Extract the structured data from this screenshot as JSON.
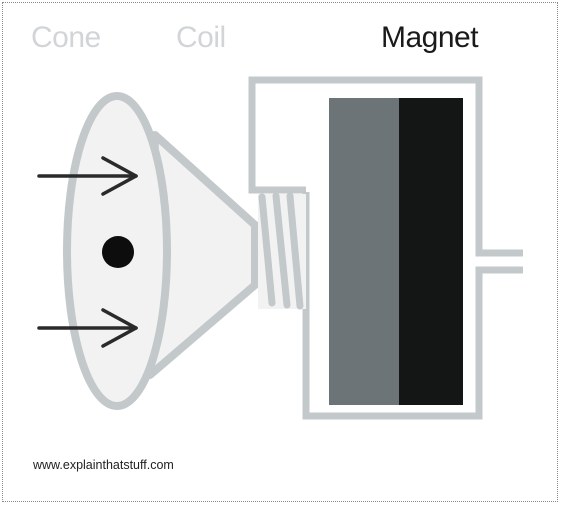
{
  "labels": {
    "cone": "Cone",
    "coil": "Coil",
    "magnet": "Magnet"
  },
  "credit": "www.explainthatstuff.com",
  "colors": {
    "outline": "#c3c8cb",
    "cone_fill": "#f2f2f2",
    "magnet_light": "#6c7477",
    "magnet_dark": "#141615",
    "arrow": "#2a2a2a",
    "label_muted": "#d2d5d7",
    "label_dark": "#1a1a1a"
  }
}
